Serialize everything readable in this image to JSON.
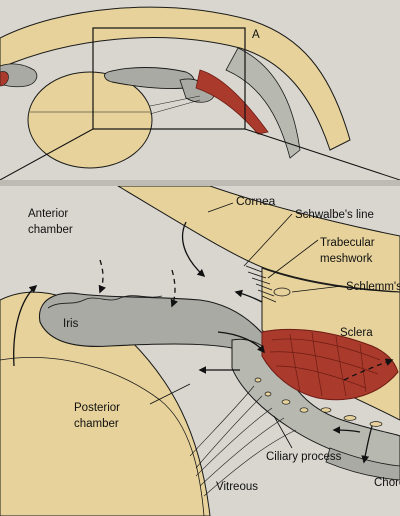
{
  "figure": {
    "inset_marker": "A",
    "labels": {
      "cornea": "Cornea",
      "schwalbes_line": "Schwalbe's line",
      "trabecular_1": "Trabecular",
      "trabecular_2": "meshwork",
      "schlemm": "Schlemm's",
      "anterior_1": "Anterior",
      "anterior_2": "chamber",
      "iris": "Iris",
      "sclera": "Sclera",
      "posterior_1": "Posterior",
      "posterior_2": "chamber",
      "ciliary_process": "Ciliary process",
      "vitreous": "Vitreous",
      "choroid": "Choroid"
    },
    "colors": {
      "paper": "#d8d6cf",
      "tissue_tan": "#e6d29a",
      "tissue_tan_dark": "#d6bd7d",
      "iris_gray": "#a9aaa3",
      "muscle_red": "#a93a2c",
      "muscle_dark": "#6e1c14",
      "line": "#1a1a1a"
    }
  }
}
